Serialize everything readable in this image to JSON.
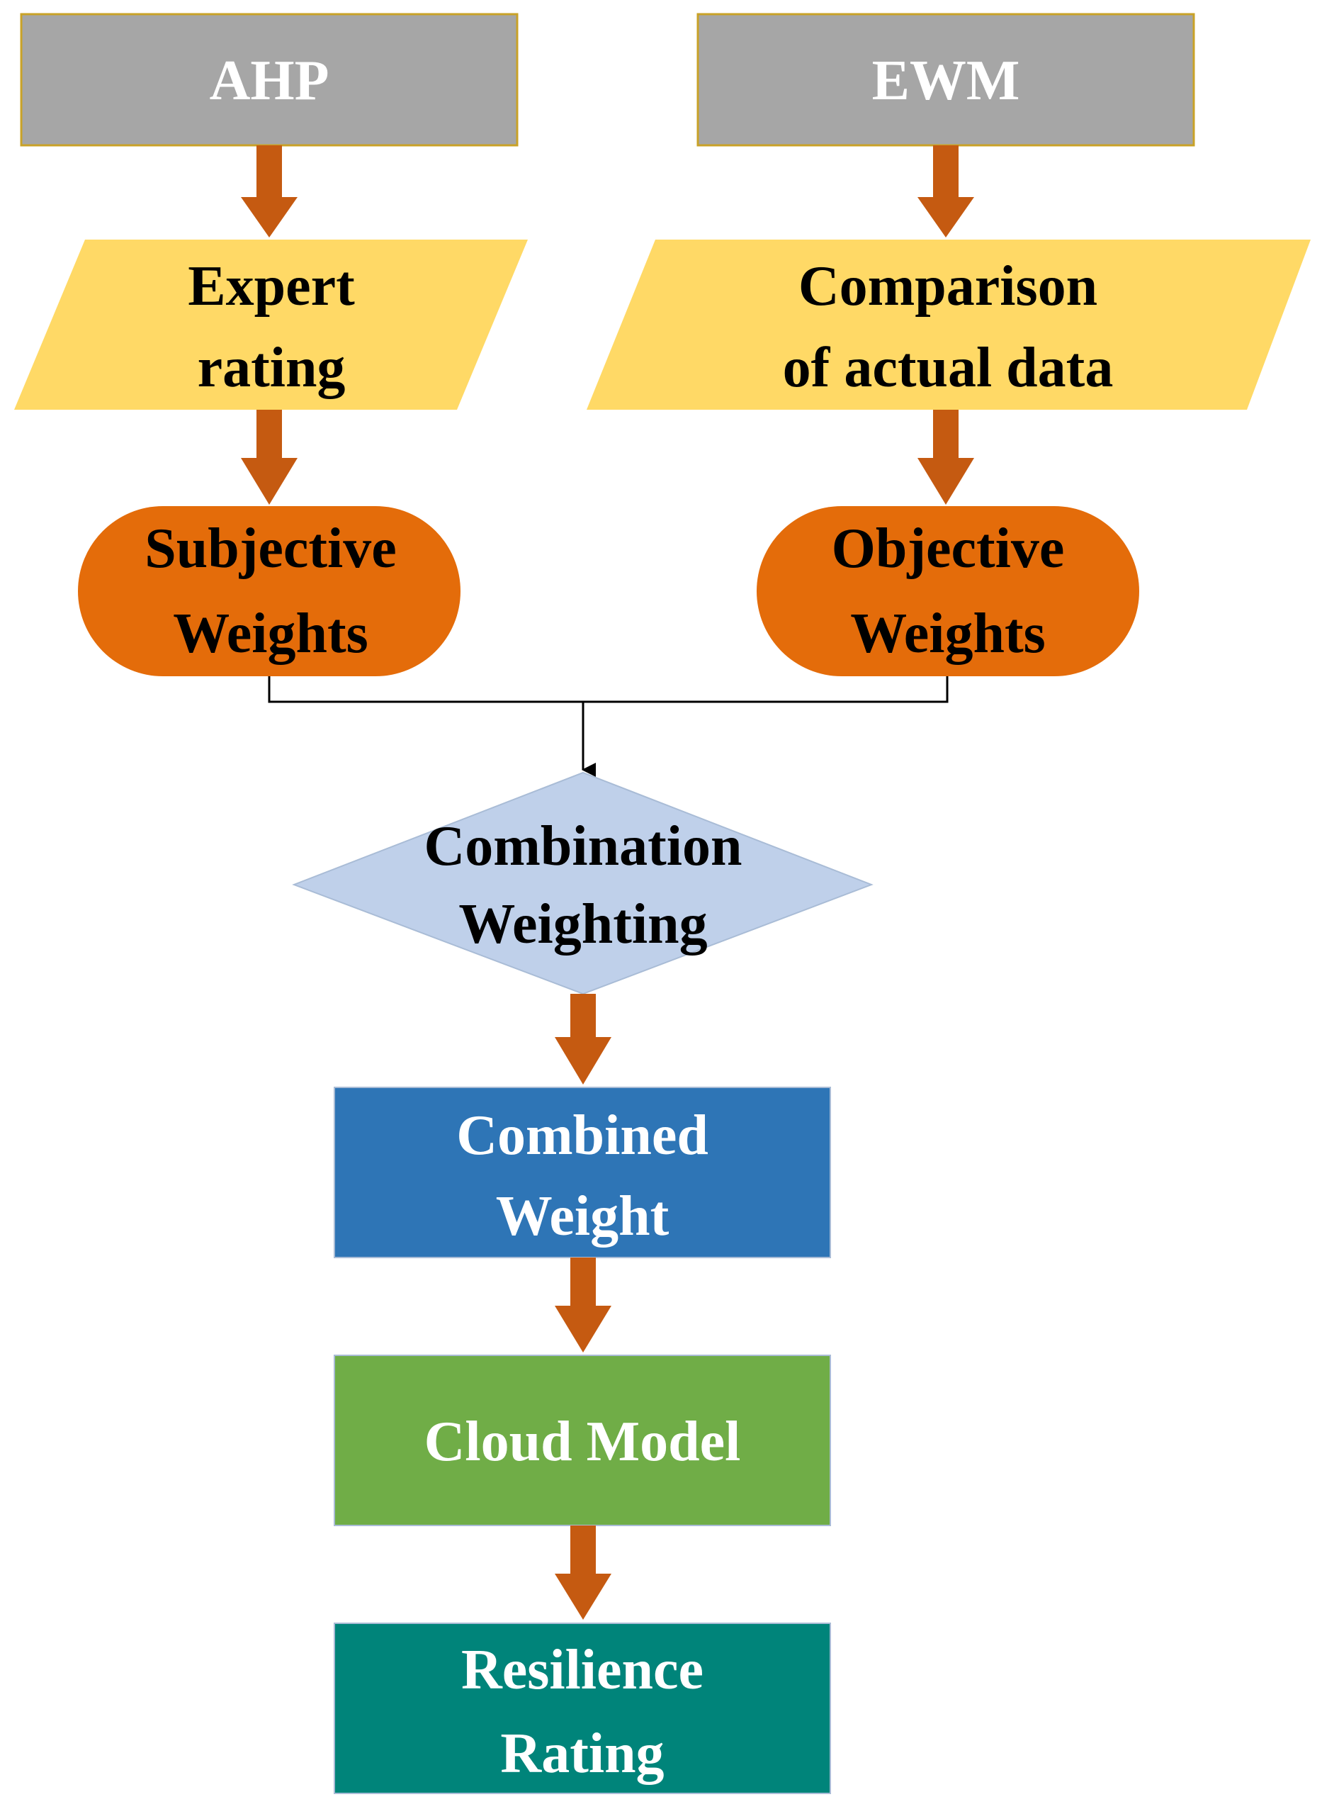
{
  "colors": {
    "gray_box": "#A6A6A6",
    "gray_border": "#C9A227",
    "yellow": "#FFD966",
    "orange": "#E46C0A",
    "arrow": "#C55A11",
    "diamond": "#BFD0EA",
    "blue": "#2E75B6",
    "green": "#70AD47",
    "teal": "#00847A",
    "connector": "#000000"
  },
  "nodes": {
    "ahp": {
      "label": "AHP"
    },
    "ewm": {
      "label": "EWM"
    },
    "expert_rating": {
      "line1": "Expert",
      "line2": "rating"
    },
    "comparison": {
      "line1": "Comparison",
      "line2": "of actual data"
    },
    "subjective": {
      "line1": "Subjective",
      "line2": "Weights"
    },
    "objective": {
      "line1": "Objective",
      "line2": "Weights"
    },
    "combination": {
      "line1": "Combination",
      "line2": "Weighting"
    },
    "combined_weight": {
      "line1": "Combined",
      "line2": "Weight"
    },
    "cloud_model": {
      "label": "Cloud Model"
    },
    "resilience": {
      "line1": "Resilience",
      "line2": "Rating"
    }
  }
}
